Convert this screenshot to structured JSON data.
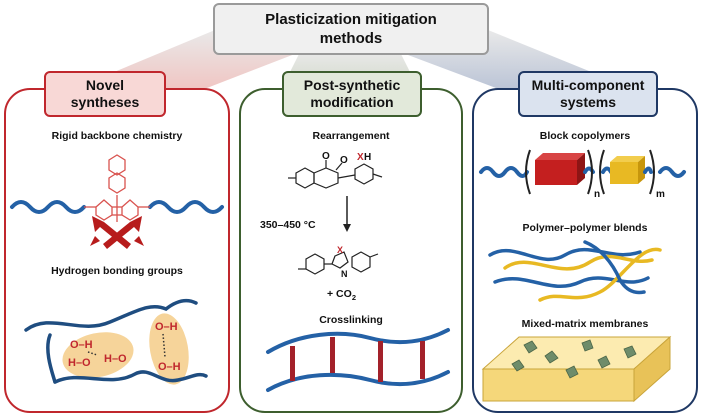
{
  "title": "Plasticization mitigation\nmethods",
  "colors": {
    "red": "#c0272d",
    "green": "#3d5e2e",
    "navy": "#1f3864",
    "chain": "#2461a6",
    "gold": "#e8b923"
  },
  "panels": {
    "novel": {
      "header": "Novel\nsyntheses",
      "items": [
        "Rigid backbone chemistry",
        "Hydrogen bonding groups"
      ],
      "hbond_labels": [
        "O–H",
        "H–O",
        "H–O",
        "O–H",
        "O–H"
      ]
    },
    "post": {
      "header": "Post-synthetic\nmodification",
      "items": [
        "Rearrangement",
        "Crosslinking"
      ],
      "temperature": "350–450 °C",
      "byproduct": "+ CO",
      "byproduct_sub": "2",
      "atoms": {
        "x": "X",
        "h": "H",
        "o": "O",
        "n": "N"
      }
    },
    "multi": {
      "header": "Multi-component\nsystems",
      "items": [
        "Block copolymers",
        "Polymer–polymer blends",
        "Mixed-matrix membranes"
      ],
      "subscripts": [
        "n",
        "m"
      ]
    }
  }
}
